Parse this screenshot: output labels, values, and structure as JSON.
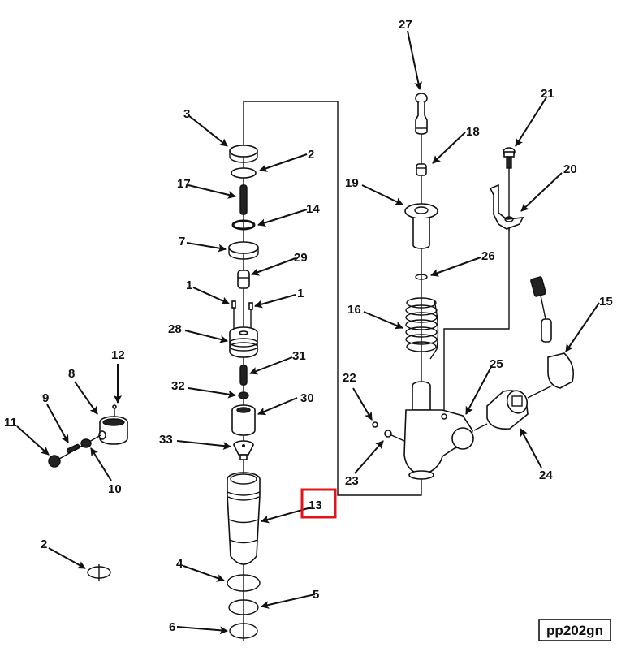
{
  "diagram": {
    "title": "Fuel injector exploded parts view",
    "figure_id": "pp202gn",
    "highlight": {
      "callout": "13",
      "color": "#e0141a"
    },
    "callouts": [
      {
        "id": "c27",
        "label": "27",
        "part": "plunger"
      },
      {
        "id": "c18",
        "label": "18",
        "part": "plunger-link"
      },
      {
        "id": "c21",
        "label": "21",
        "part": "cap-screw"
      },
      {
        "id": "c20",
        "label": "20",
        "part": "clamp-bracket"
      },
      {
        "id": "c19",
        "label": "19",
        "part": "spring-retainer-tube"
      },
      {
        "id": "c26",
        "label": "26",
        "part": "retaining-ring"
      },
      {
        "id": "c16",
        "label": "16",
        "part": "plunger-spring"
      },
      {
        "id": "c15",
        "label": "15",
        "part": "wiring-harness-connector"
      },
      {
        "id": "c25",
        "label": "25",
        "part": "injector-body"
      },
      {
        "id": "c22",
        "label": "22",
        "part": "screw"
      },
      {
        "id": "c23",
        "label": "23",
        "part": "washer"
      },
      {
        "id": "c24",
        "label": "24",
        "part": "solenoid-connector"
      },
      {
        "id": "c3",
        "label": "3",
        "part": "retainer-cap"
      },
      {
        "id": "c2a",
        "label": "2",
        "part": "o-ring"
      },
      {
        "id": "c17",
        "label": "17",
        "part": "spring"
      },
      {
        "id": "c14",
        "label": "14",
        "part": "o-ring"
      },
      {
        "id": "c7",
        "label": "7",
        "part": "seal-cup"
      },
      {
        "id": "c29",
        "label": "29",
        "part": "check-ball-seat"
      },
      {
        "id": "c1a",
        "label": "1",
        "part": "dowel-pin"
      },
      {
        "id": "c1b",
        "label": "1",
        "part": "dowel-pin"
      },
      {
        "id": "c28",
        "label": "28",
        "part": "barrel"
      },
      {
        "id": "c31",
        "label": "31",
        "part": "spring"
      },
      {
        "id": "c32",
        "label": "32",
        "part": "spring-seat"
      },
      {
        "id": "c30",
        "label": "30",
        "part": "spacer"
      },
      {
        "id": "c33",
        "label": "33",
        "part": "needle-valve"
      },
      {
        "id": "c12",
        "label": "12",
        "part": "pin"
      },
      {
        "id": "c8",
        "label": "8",
        "part": "check-valve-housing"
      },
      {
        "id": "c9",
        "label": "9",
        "part": "spring"
      },
      {
        "id": "c11",
        "label": "11",
        "part": "plug"
      },
      {
        "id": "c10",
        "label": "10",
        "part": "check-valve"
      },
      {
        "id": "c13",
        "label": "13",
        "part": "nozzle-cup"
      },
      {
        "id": "c2b",
        "label": "2",
        "part": "o-ring"
      },
      {
        "id": "c4",
        "label": "4",
        "part": "o-ring"
      },
      {
        "id": "c5",
        "label": "5",
        "part": "o-ring"
      },
      {
        "id": "c6",
        "label": "6",
        "part": "o-ring"
      }
    ]
  }
}
